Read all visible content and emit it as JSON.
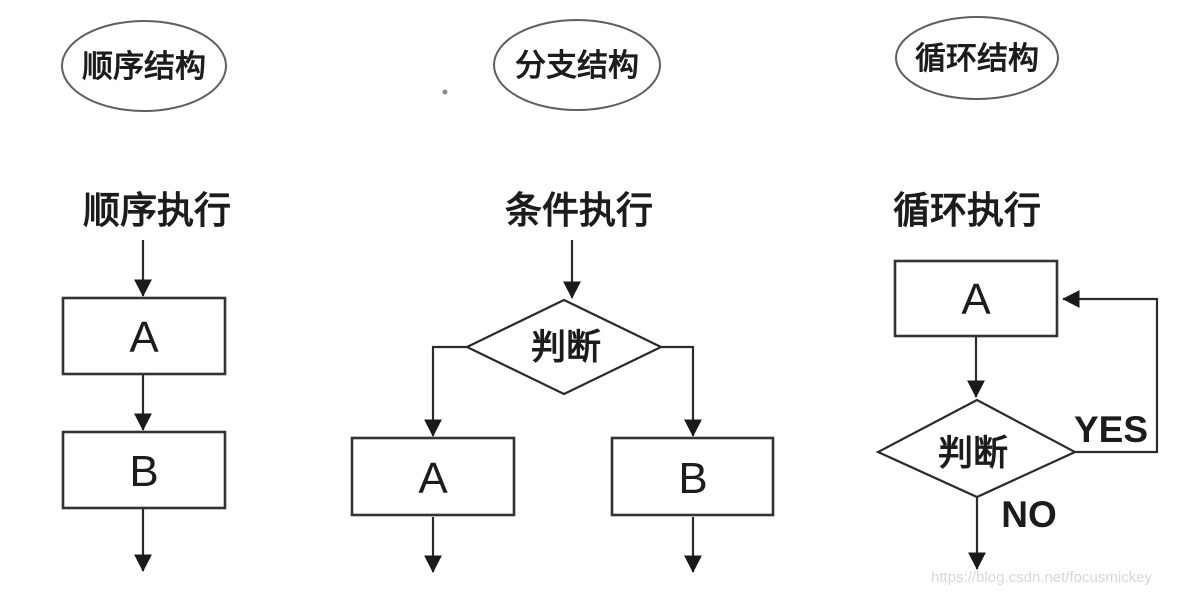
{
  "diagram": {
    "watermark": "https://blog.csdn.net/focusmickey",
    "colors": {
      "background": "#ffffff",
      "line": "#2b2b2b",
      "process_stroke": "#333333",
      "ellipse_stroke": "#5f5f5f",
      "text": "#1c1c1c",
      "watermark_text": "#d7d7d7"
    },
    "columns": [
      {
        "id": "sequential",
        "ellipse_label": "顺序结构",
        "title": "顺序执行",
        "nodes": [
          {
            "label": "A"
          },
          {
            "label": "B"
          }
        ]
      },
      {
        "id": "branch",
        "ellipse_label": "分支结构",
        "title": "条件执行",
        "decision_label": "判断",
        "nodes": [
          {
            "label": "A"
          },
          {
            "label": "B"
          }
        ]
      },
      {
        "id": "loop",
        "ellipse_label": "循环结构",
        "title": "循环执行",
        "process_label": "A",
        "decision_label": "判断",
        "yes_label": "YES",
        "no_label": "NO"
      }
    ]
  }
}
